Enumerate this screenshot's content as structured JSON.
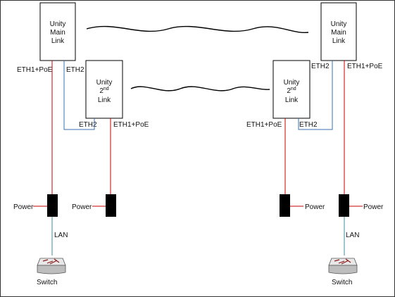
{
  "units": {
    "left_main": {
      "line1": "Unity",
      "line2": "Main",
      "line3": "Link"
    },
    "left_second": {
      "line1": "Unity",
      "line2": "2",
      "line2_sup": "nd",
      "line3": "Link"
    },
    "right_main": {
      "line1": "Unity",
      "line2": "Main",
      "line3": "Link"
    },
    "right_second": {
      "line1": "Unity",
      "line2": "2",
      "line2_sup": "nd",
      "line3": "Link"
    }
  },
  "ports": {
    "eth1_poe": "ETH1+PoE",
    "eth2": "ETH2"
  },
  "labels": {
    "power": "Power",
    "lan": "LAN",
    "switch": "Switch"
  },
  "colors": {
    "power_line": "#cc0000",
    "eth2_line": "#3a6fb0",
    "lan_line": "#3b8c9c"
  }
}
